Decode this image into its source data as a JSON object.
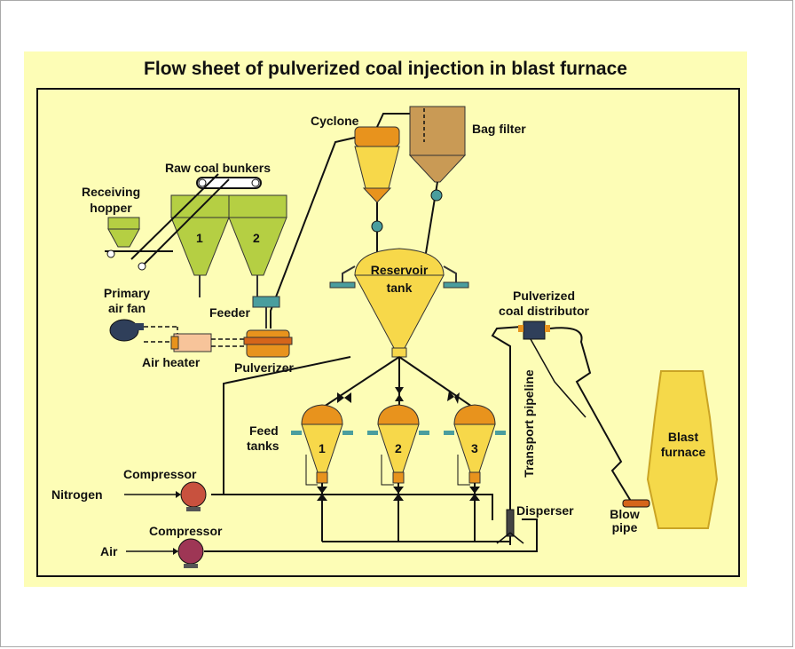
{
  "diagram": {
    "title": "Flow sheet of pulverized coal injection in blast furnace",
    "labels": {
      "cyclone": "Cyclone",
      "bag_filter": "Bag filter",
      "raw_coal_bunkers": "Raw coal bunkers",
      "receiving_hopper_1": "Receiving",
      "receiving_hopper_2": "hopper",
      "bunker_1": "1",
      "bunker_2": "2",
      "primary_air_fan_1": "Primary",
      "primary_air_fan_2": "air fan",
      "feeder": "Feeder",
      "air_heater": "Air heater",
      "pulverizer": "Pulverizer",
      "reservoir_tank_1": "Reservoir",
      "reservoir_tank_2": "tank",
      "pulverized_coal_distributor_1": "Pulverized",
      "pulverized_coal_distributor_2": "coal distributor",
      "transport_pipeline": "Transport pipeline",
      "feed_tanks_1": "Feed",
      "feed_tanks_2": "tanks",
      "feed_tank_1": "1",
      "feed_tank_2": "2",
      "feed_tank_3": "3",
      "blast_furnace_1": "Blast",
      "blast_furnace_2": "furnace",
      "compressor_nitrogen": "Compressor",
      "compressor_air": "Compressor",
      "nitrogen": "Nitrogen",
      "air": "Air",
      "disperser": "Disperser",
      "blow_pipe_1": "Blow",
      "blow_pipe_2": "pipe"
    },
    "colors": {
      "background": "#fdfdb6",
      "bunker": "#b5cf43",
      "tank_orange": "#e8931d",
      "tank_yellow": "#f7d84a",
      "bag_filter": "#c99a55",
      "furnace": "#f5d94a",
      "valve": "#4a9e9e",
      "compressor_nitrogen": "#c8513e",
      "compressor_air": "#9e3655",
      "fan": "#2f3f5a"
    }
  }
}
